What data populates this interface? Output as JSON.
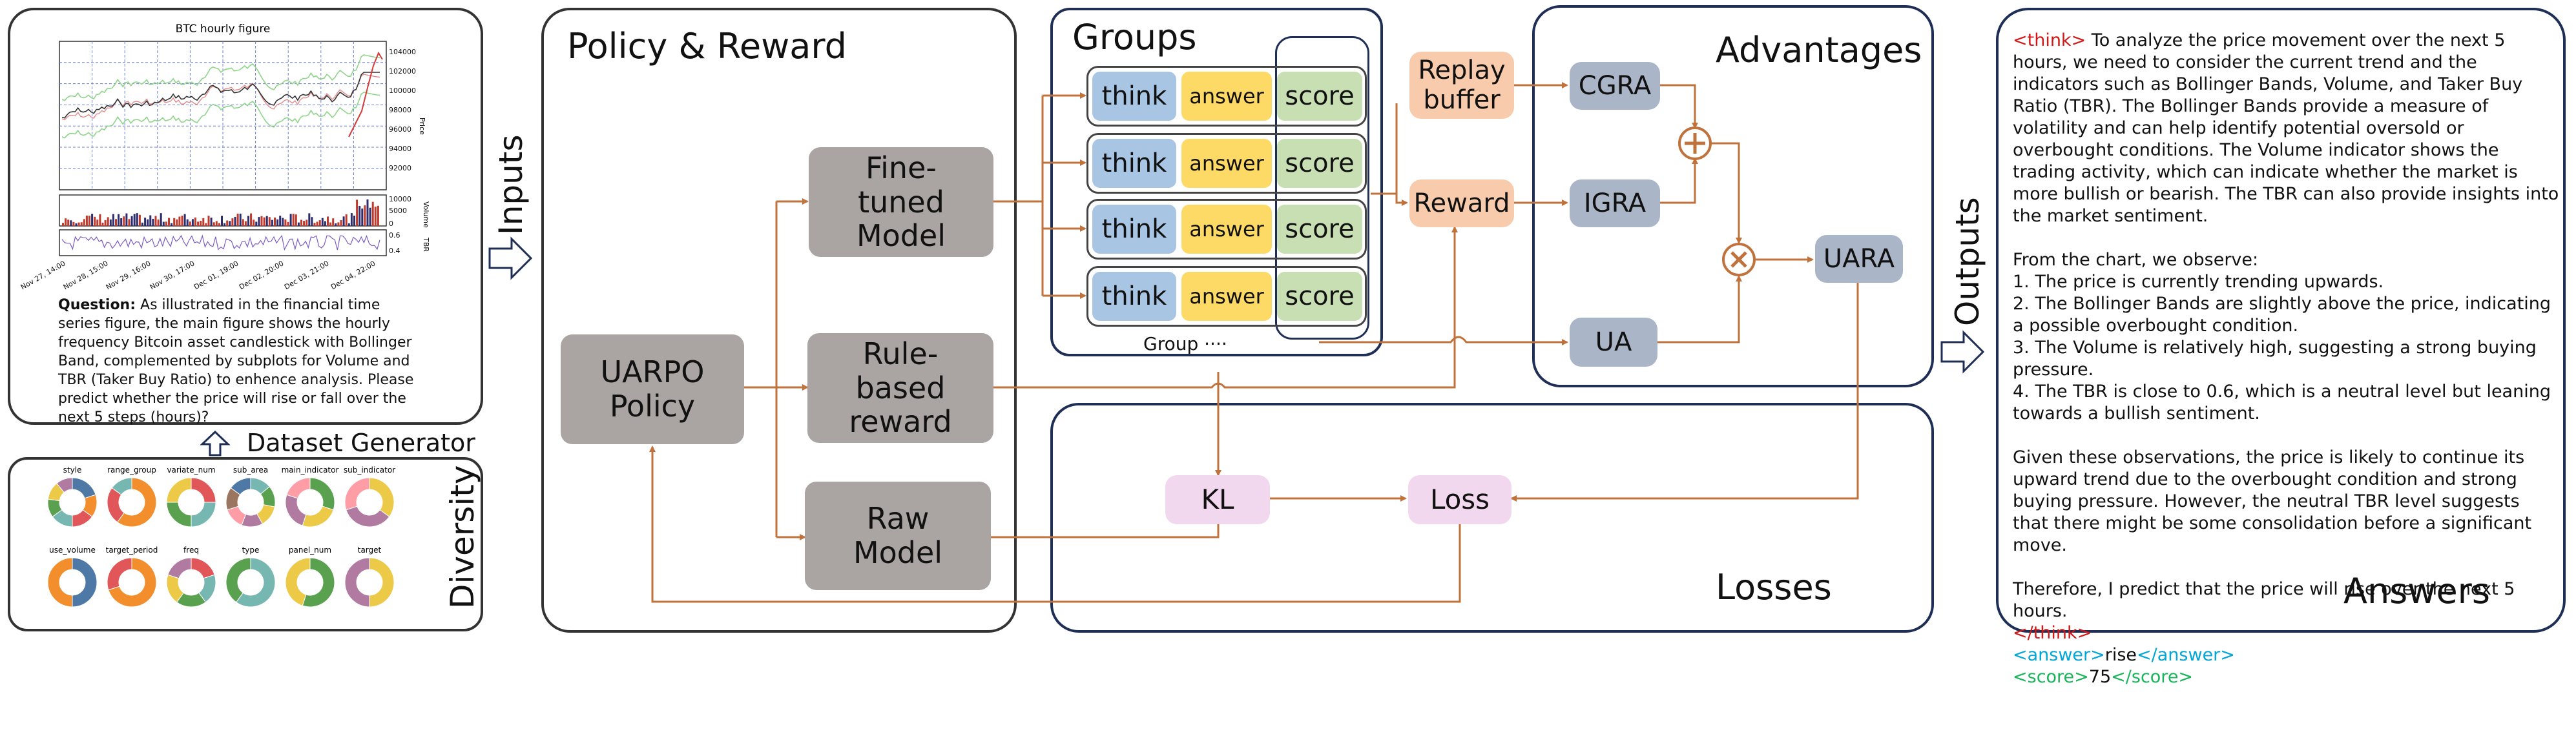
{
  "panels": {
    "policy_reward": "Policy & Reward",
    "groups": "Groups",
    "advantages": "Advantages",
    "losses": "Losses",
    "answers": "Answers"
  },
  "side_labels": {
    "inputs": "Inputs",
    "outputs": "Outputs",
    "diversity": "Diversity",
    "dataset_generator": "Dataset Generator"
  },
  "input_chart": {
    "title": "BTC hourly figure",
    "price_ticks": [
      "104000",
      "102000",
      "100000",
      "98000",
      "96000",
      "94000",
      "92000"
    ],
    "price_label": "Price",
    "volume_ticks": [
      "10000",
      "5000",
      "0"
    ],
    "volume_label": "Volume",
    "tbr_ticks": [
      "0.6",
      "0.4"
    ],
    "tbr_label": "TBR",
    "x_ticks": [
      "Nov 27, 14:00",
      "Nov 28, 15:00",
      "Nov 29, 16:00",
      "Nov 30, 17:00",
      "Dec 01, 19:00",
      "Dec 02, 20:00",
      "Dec 03, 21:00",
      "Dec 04, 22:00"
    ]
  },
  "question": {
    "label": "Question:",
    "text": "As illustrated in the financial time series figure, the main figure shows the hourly frequency Bitcoin asset candlestick with Bollinger Band, complemented by subplots for Volume and TBR (Taker Buy Ratio) to enhence analysis. Please predict whether the price will rise or fall over the next 5 steps (hours)?"
  },
  "diversity": {
    "row1": [
      "style",
      "range_group",
      "variate_num",
      "sub_area",
      "main_indicator",
      "sub_indicator"
    ],
    "row2": [
      "use_volume",
      "target_period",
      "freq",
      "type",
      "panel_num",
      "target"
    ]
  },
  "nodes": {
    "fine_tuned": "Fine-tuned Model",
    "uarpo_policy": "UARPO Policy",
    "rule_reward": "Rule-based reward",
    "raw_model": "Raw Model",
    "replay_buffer": "Replay buffer",
    "reward": "Reward",
    "cgra": "CGRA",
    "igra": "IGRA",
    "ua": "UA",
    "uara": "UARA",
    "kl": "KL",
    "loss": "Loss"
  },
  "group": {
    "think": "think",
    "answer": "answer",
    "score": "score",
    "footer": "Group ····"
  },
  "colors": {
    "arrow": "#c0723c",
    "panel_border": "#333333",
    "panel_blue": "#1e2e55",
    "think_bg": "#a9c5e4",
    "answer_bg": "#fdd966",
    "score_bg": "#c7dfb3",
    "node_grey": "#aaa4a3",
    "node_orange": "#f7cbab",
    "node_steel": "#aab5c8",
    "node_pink": "#f2d8ef"
  },
  "output": {
    "think_open": "<think>",
    "intro": "To analyze the price movement over the next 5 hours, we need to consider the current trend and the indicators such as Bollinger Bands, Volume, and Taker Buy Ratio (TBR). The Bollinger Bands provide a measure of volatility and can help identify potential oversold or overbought conditions. The Volume indicator shows the trading activity, which can indicate whether the market is more bullish or bearish. The TBR can also provide insights into the market sentiment.",
    "observe": "From the chart, we observe:",
    "obs1": "1. The price is currently trending upwards.",
    "obs2": "2. The Bollinger Bands are slightly above the price, indicating a possible overbought condition.",
    "obs3": "3. The Volume is relatively high, suggesting a strong buying pressure.",
    "obs4": "4. The TBR is close to 0.6, which is a neutral level but leaning towards a bullish sentiment.",
    "given": "Given these observations, the price is likely to continue its upward trend due to the overbought condition and strong buying pressure. However, the neutral TBR level suggests that there might be some consolidation before a significant move.",
    "therefore": "Therefore, I predict that the price will rise over the next 5 hours.",
    "think_close": "</think>",
    "answer_open": "<answer>",
    "answer_value": "rise",
    "answer_close": "</answer>",
    "score_open": "<score>",
    "score_value": "75",
    "score_close": "</score>"
  }
}
